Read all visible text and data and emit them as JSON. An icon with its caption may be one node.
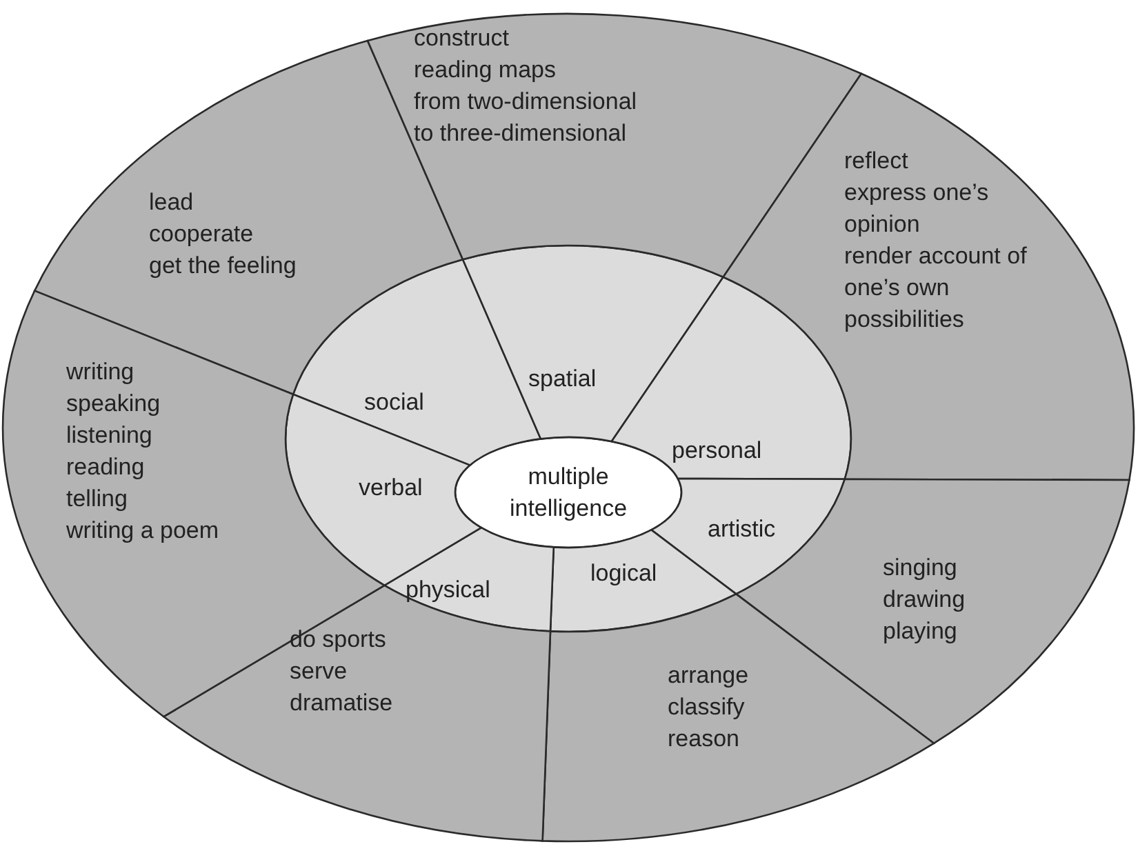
{
  "diagram": {
    "nodes": [
      {
        "text": [
          "multiple intelligence"
        ]
      },
      {
        "text": [
          "social"
        ]
      },
      {
        "text": [
          "spatial"
        ]
      },
      {
        "text": [
          "personal"
        ]
      },
      {
        "text": [
          "artistic"
        ]
      },
      {
        "text": [
          "logical"
        ]
      },
      {
        "text": [
          "physical"
        ]
      },
      {
        "text": [
          "verbal"
        ]
      },
      {
        "text": [
          "lead",
          "cooperate",
          "get the feeling"
        ]
      },
      {
        "text": [
          "construct",
          "reading maps",
          "from two-dimensional to three-dimensional"
        ]
      },
      {
        "text": [
          "reflect",
          "express one’s opinion",
          "render account of one’s own possibilities"
        ]
      },
      {
        "text": [
          "singing",
          "drawing",
          "playing"
        ]
      },
      {
        "text": [
          "arrange",
          "classify",
          "reason"
        ]
      },
      {
        "text": [
          "do sports",
          "serve",
          "dramatise"
        ]
      },
      {
        "text": [
          "writing",
          "speaking",
          "listening",
          "reading",
          "telling",
          "writing a poem"
        ]
      }
    ],
    "edges": []
  }
}
